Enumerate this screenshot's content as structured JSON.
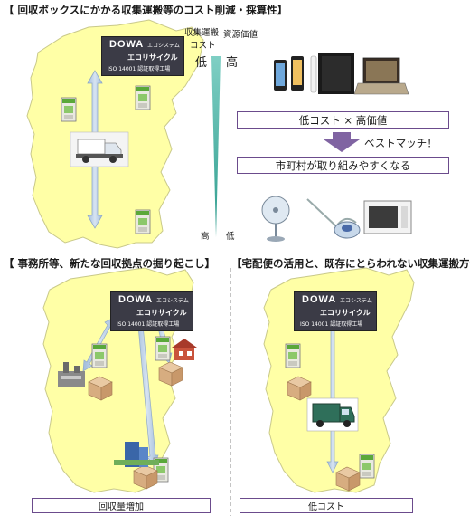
{
  "top": {
    "title": "【 回収ボックスにかかる収集運搬等のコスト削減・採算性】",
    "factory": {
      "brand": "DOWA",
      "brand_sub": "エコシステム",
      "name": "エコリサイクル",
      "name_prefix": "DOWA",
      "iso": "ISO 14001 認証取得工場"
    },
    "scale": {
      "cost_label": "収集運搬\nコスト",
      "cost_label_line1": "収集運搬",
      "cost_label_line2": "コスト",
      "value_label": "資源価値",
      "cost_low": "低",
      "value_high": "高",
      "cost_high": "高",
      "value_low": "低"
    },
    "box1": "低コスト × 高価値",
    "match": "ベストマッチ！",
    "box2": "市町村が取り組みやすくなる"
  },
  "bottom_left": {
    "title": "【 事務所等、新たな回収拠点の掘り起こし】",
    "caption": "回収量増加"
  },
  "bottom_right": {
    "title": "【宅配便の活用と、既存にとらわれない収集運搬方法】",
    "caption": "低コスト"
  },
  "colors": {
    "map_fill": "#ffffa6",
    "map_stroke": "#cccc88",
    "arrow_fill": "#b8cce4",
    "box_border": "#6b4b8c",
    "purple_arrow": "#8064a2",
    "wedge": "#4fb5a8"
  }
}
